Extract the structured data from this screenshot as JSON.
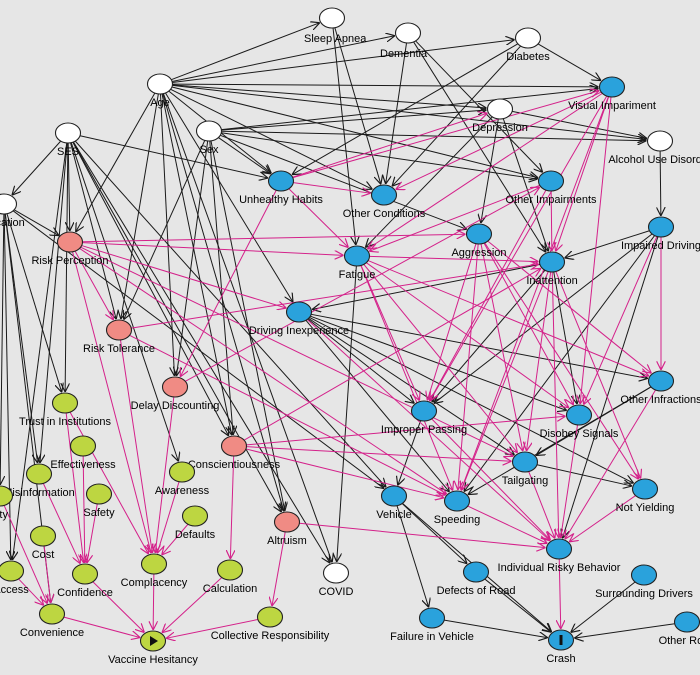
{
  "colors": {
    "background": "#e6e6e6",
    "exposure": "#ffffff",
    "adjusted": "#2aa2dc",
    "ancestor_outcome": "#f08b84",
    "ancestor_exposure": "#bdd641",
    "causal_edge": "#d4218a",
    "biasing_edge": "#1a1a1a"
  },
  "nodes": [
    {
      "id": "sleep_apnea",
      "label": "Sleep Apnea",
      "kind": "latent"
    },
    {
      "id": "dementia",
      "label": "Dementia",
      "kind": "latent"
    },
    {
      "id": "diabetes",
      "label": "Diabetes",
      "kind": "latent"
    },
    {
      "id": "age",
      "label": "Age",
      "kind": "latent"
    },
    {
      "id": "depression",
      "label": "Depression",
      "kind": "latent"
    },
    {
      "id": "visual_impairment",
      "label": "Visual Impariment",
      "kind": "adjusted"
    },
    {
      "id": "ses",
      "label": "SES",
      "kind": "latent"
    },
    {
      "id": "sex",
      "label": "Sex",
      "kind": "latent"
    },
    {
      "id": "alcohol",
      "label": "Alcohol Use Disorder",
      "kind": "latent"
    },
    {
      "id": "unhealthy_habits",
      "label": "Unhealthy Habits",
      "kind": "adjusted"
    },
    {
      "id": "other_conditions",
      "label": "Other Conditions",
      "kind": "adjusted"
    },
    {
      "id": "other_impairments",
      "label": "Other Impairments",
      "kind": "adjusted"
    },
    {
      "id": "location",
      "label": "Location",
      "kind": "latent"
    },
    {
      "id": "impaired_driving",
      "label": "Impaired Driving",
      "kind": "adjusted"
    },
    {
      "id": "risk_perception",
      "label": "Risk Perception",
      "kind": "ancestor"
    },
    {
      "id": "aggression",
      "label": "Aggression",
      "kind": "adjusted"
    },
    {
      "id": "fatigue",
      "label": "Fatigue",
      "kind": "adjusted"
    },
    {
      "id": "inattention",
      "label": "Inattention",
      "kind": "adjusted"
    },
    {
      "id": "driving_inexperience",
      "label": "Driving Inexperience",
      "kind": "adjusted"
    },
    {
      "id": "risk_tolerance",
      "label": "Risk Tolerance",
      "kind": "ancestor"
    },
    {
      "id": "delay_discounting",
      "label": "Delay Discounting",
      "kind": "ancestor"
    },
    {
      "id": "other_infractions",
      "label": "Other Infractions",
      "kind": "adjusted"
    },
    {
      "id": "trust",
      "label": "Trust in Institutions",
      "kind": "green"
    },
    {
      "id": "improper_passing",
      "label": "Improper Passing",
      "kind": "adjusted"
    },
    {
      "id": "disobey_signals",
      "label": "Disobey Signals",
      "kind": "adjusted"
    },
    {
      "id": "effectiveness",
      "label": "Effectiveness",
      "kind": "green"
    },
    {
      "id": "conscientiousness",
      "label": "Conscientiousness",
      "kind": "ancestor"
    },
    {
      "id": "tailgating",
      "label": "Tailgating",
      "kind": "adjusted"
    },
    {
      "id": "misinformation",
      "label": "Misinformation",
      "kind": "green"
    },
    {
      "id": "awareness",
      "label": "Awareness",
      "kind": "green"
    },
    {
      "id": "safety",
      "label": "Safety",
      "kind": "green"
    },
    {
      "id": "vehicle",
      "label": "Vehicle",
      "kind": "adjusted"
    },
    {
      "id": "speeding",
      "label": "Speeding",
      "kind": "adjusted"
    },
    {
      "id": "not_yielding",
      "label": "Not Yielding",
      "kind": "adjusted"
    },
    {
      "id": "availability",
      "label": "ility",
      "kind": "green"
    },
    {
      "id": "defaults",
      "label": "Defaults",
      "kind": "green"
    },
    {
      "id": "altruism",
      "label": "Altruism",
      "kind": "ancestor"
    },
    {
      "id": "cost",
      "label": "Cost",
      "kind": "green"
    },
    {
      "id": "individual_risky",
      "label": "Individual Risky Behavior",
      "kind": "adjusted"
    },
    {
      "id": "complacency",
      "label": "Complacency",
      "kind": "green"
    },
    {
      "id": "access",
      "label": "Access",
      "kind": "green"
    },
    {
      "id": "confidence",
      "label": "Confidence",
      "kind": "green"
    },
    {
      "id": "calculation",
      "label": "Calculation",
      "kind": "green"
    },
    {
      "id": "covid",
      "label": "COVID",
      "kind": "latent"
    },
    {
      "id": "defects_road",
      "label": "Defects of Road",
      "kind": "adjusted"
    },
    {
      "id": "surrounding_drivers",
      "label": "Surrounding Drivers",
      "kind": "adjusted"
    },
    {
      "id": "convenience",
      "label": "Convenience",
      "kind": "green"
    },
    {
      "id": "collective_responsibility",
      "label": "Collective Responsibility",
      "kind": "green"
    },
    {
      "id": "failure_vehicle",
      "label": "Failure in Vehicle",
      "kind": "adjusted"
    },
    {
      "id": "other_road",
      "label": "Other Road",
      "kind": "adjusted"
    },
    {
      "id": "vaccine_hesitancy",
      "label": "Vaccine Hesitancy",
      "kind": "exposure"
    },
    {
      "id": "crash",
      "label": "Crash",
      "kind": "outcome"
    }
  ],
  "edges_black": [
    [
      "age",
      "sleep_apnea"
    ],
    [
      "age",
      "dementia"
    ],
    [
      "age",
      "diabetes"
    ],
    [
      "age",
      "depression"
    ],
    [
      "age",
      "visual_impairment"
    ],
    [
      "age",
      "unhealthy_habits"
    ],
    [
      "age",
      "other_conditions"
    ],
    [
      "age",
      "other_impairments"
    ],
    [
      "age",
      "alcohol"
    ],
    [
      "age",
      "risk_perception"
    ],
    [
      "age",
      "risk_tolerance"
    ],
    [
      "age",
      "delay_discounting"
    ],
    [
      "age",
      "conscientiousness"
    ],
    [
      "age",
      "driving_inexperience"
    ],
    [
      "age",
      "altruism"
    ],
    [
      "age",
      "covid"
    ],
    [
      "sex",
      "depression"
    ],
    [
      "sex",
      "visual_impairment"
    ],
    [
      "sex",
      "alcohol"
    ],
    [
      "sex",
      "unhealthy_habits"
    ],
    [
      "sex",
      "other_impairments"
    ],
    [
      "sex",
      "risk_tolerance"
    ],
    [
      "sex",
      "aggression"
    ],
    [
      "sex",
      "conscientiousness"
    ],
    [
      "sex",
      "delay_discounting"
    ],
    [
      "sex",
      "altruism"
    ],
    [
      "ses",
      "location"
    ],
    [
      "ses",
      "unhealthy_habits"
    ],
    [
      "ses",
      "risk_perception"
    ],
    [
      "ses",
      "trust"
    ],
    [
      "ses",
      "misinformation"
    ],
    [
      "ses",
      "access"
    ],
    [
      "ses",
      "risk_tolerance"
    ],
    [
      "ses",
      "conscientiousness"
    ],
    [
      "ses",
      "covid"
    ],
    [
      "ses",
      "altruism"
    ],
    [
      "ses",
      "vehicle"
    ],
    [
      "ses",
      "awareness"
    ],
    [
      "location",
      "risk_perception"
    ],
    [
      "location",
      "access"
    ],
    [
      "location",
      "misinformation"
    ],
    [
      "location",
      "trust"
    ],
    [
      "location",
      "availability"
    ],
    [
      "location",
      "convenience"
    ],
    [
      "location",
      "vehicle"
    ],
    [
      "sleep_apnea",
      "fatigue"
    ],
    [
      "sleep_apnea",
      "other_conditions"
    ],
    [
      "dementia",
      "other_impairments"
    ],
    [
      "dementia",
      "inattention"
    ],
    [
      "dementia",
      "other_conditions"
    ],
    [
      "diabetes",
      "visual_impairment"
    ],
    [
      "diabetes",
      "other_conditions"
    ],
    [
      "diabetes",
      "unhealthy_habits"
    ],
    [
      "depression",
      "fatigue"
    ],
    [
      "depression",
      "inattention"
    ],
    [
      "depression",
      "aggression"
    ],
    [
      "depression",
      "alcohol"
    ],
    [
      "alcohol",
      "impaired_driving"
    ],
    [
      "impaired_driving",
      "improper_passing"
    ],
    [
      "impaired_driving",
      "speeding"
    ],
    [
      "impaired_driving",
      "individual_risky"
    ],
    [
      "impaired_driving",
      "inattention"
    ],
    [
      "driving_inexperience",
      "improper_passing"
    ],
    [
      "driving_inexperience",
      "speeding"
    ],
    [
      "driving_inexperience",
      "other_infractions"
    ],
    [
      "driving_inexperience",
      "disobey_signals"
    ],
    [
      "driving_inexperience",
      "tailgating"
    ],
    [
      "driving_inexperience",
      "not_yielding"
    ],
    [
      "inattention",
      "improper_passing"
    ],
    [
      "inattention",
      "disobey_signals"
    ],
    [
      "inattention",
      "driving_inexperience"
    ],
    [
      "vehicle",
      "defects_road"
    ],
    [
      "vehicle",
      "failure_vehicle"
    ],
    [
      "vehicle",
      "crash"
    ],
    [
      "defects_road",
      "crash"
    ],
    [
      "failure_vehicle",
      "crash"
    ],
    [
      "surrounding_drivers",
      "crash"
    ],
    [
      "other_road",
      "crash"
    ],
    [
      "fatigue",
      "covid"
    ],
    [
      "improper_passing",
      "vehicle"
    ],
    [
      "other_infractions",
      "speeding"
    ],
    [
      "other_infractions",
      "tailgating"
    ],
    [
      "tailgating",
      "not_yielding"
    ]
  ],
  "edges_pink": [
    [
      "unhealthy_habits",
      "visual_impairment"
    ],
    [
      "unhealthy_habits",
      "depression"
    ],
    [
      "unhealthy_habits",
      "other_conditions"
    ],
    [
      "unhealthy_habits",
      "fatigue"
    ],
    [
      "unhealthy_habits",
      "delay_discounting"
    ],
    [
      "risk_perception",
      "fatigue"
    ],
    [
      "risk_perception",
      "aggression"
    ],
    [
      "risk_perception",
      "speeding"
    ],
    [
      "risk_perception",
      "risk_tolerance"
    ],
    [
      "risk_perception",
      "complacency"
    ],
    [
      "risk_perception",
      "driving_inexperience"
    ],
    [
      "risk_perception",
      "tailgating"
    ],
    [
      "risk_tolerance",
      "complacency"
    ],
    [
      "risk_tolerance",
      "inattention"
    ],
    [
      "risk_tolerance",
      "speeding"
    ],
    [
      "delay_discounting",
      "complacency"
    ],
    [
      "delay_discounting",
      "other_impairments"
    ],
    [
      "conscientiousness",
      "inattention"
    ],
    [
      "conscientiousness",
      "speeding"
    ],
    [
      "conscientiousness",
      "calculation"
    ],
    [
      "conscientiousness",
      "tailgating"
    ],
    [
      "conscientiousness",
      "disobey_signals"
    ],
    [
      "altruism",
      "collective_responsibility"
    ],
    [
      "altruism",
      "individual_risky"
    ],
    [
      "misinformation",
      "confidence"
    ],
    [
      "effectiveness",
      "confidence"
    ],
    [
      "safety",
      "confidence"
    ],
    [
      "trust",
      "confidence"
    ],
    [
      "trust",
      "complacency"
    ],
    [
      "awareness",
      "complacency"
    ],
    [
      "defaults",
      "complacency"
    ],
    [
      "access",
      "convenience"
    ],
    [
      "cost",
      "convenience"
    ],
    [
      "availability",
      "convenience"
    ],
    [
      "confidence",
      "vaccine_hesitancy"
    ],
    [
      "complacency",
      "vaccine_hesitancy"
    ],
    [
      "calculation",
      "vaccine_hesitancy"
    ],
    [
      "convenience",
      "vaccine_hesitancy"
    ],
    [
      "collective_responsibility",
      "vaccine_hesitancy"
    ],
    [
      "visual_impairment",
      "fatigue"
    ],
    [
      "visual_impairment",
      "improper_passing"
    ],
    [
      "visual_impairment",
      "disobey_signals"
    ],
    [
      "visual_impairment",
      "inattention"
    ],
    [
      "visual_impairment",
      "speeding"
    ],
    [
      "visual_impairment",
      "other_conditions"
    ],
    [
      "other_impairments",
      "inattention"
    ],
    [
      "other_impairments",
      "improper_passing"
    ],
    [
      "other_impairments",
      "fatigue"
    ],
    [
      "fatigue",
      "improper_passing"
    ],
    [
      "fatigue",
      "speeding"
    ],
    [
      "fatigue",
      "disobey_signals"
    ],
    [
      "fatigue",
      "tailgating"
    ],
    [
      "fatigue",
      "inattention"
    ],
    [
      "fatigue",
      "other_infractions"
    ],
    [
      "aggression",
      "speeding"
    ],
    [
      "aggression",
      "tailgating"
    ],
    [
      "aggression",
      "disobey_signals"
    ],
    [
      "aggression",
      "not_yielding"
    ],
    [
      "aggression",
      "other_infractions"
    ],
    [
      "inattention",
      "speeding"
    ],
    [
      "inattention",
      "not_yielding"
    ],
    [
      "inattention",
      "individual_risky"
    ],
    [
      "inattention",
      "tailgating"
    ],
    [
      "improper_passing",
      "individual_risky"
    ],
    [
      "disobey_signals",
      "individual_risky"
    ],
    [
      "tailgating",
      "individual_risky"
    ],
    [
      "speeding",
      "individual_risky"
    ],
    [
      "not_yielding",
      "individual_risky"
    ],
    [
      "other_infractions",
      "individual_risky"
    ],
    [
      "individual_risky",
      "crash"
    ],
    [
      "impaired_driving",
      "other_infractions"
    ],
    [
      "impaired_driving",
      "disobey_signals"
    ],
    [
      "driving_inexperience",
      "individual_risky"
    ],
    [
      "aggression",
      "improper_passing"
    ]
  ]
}
